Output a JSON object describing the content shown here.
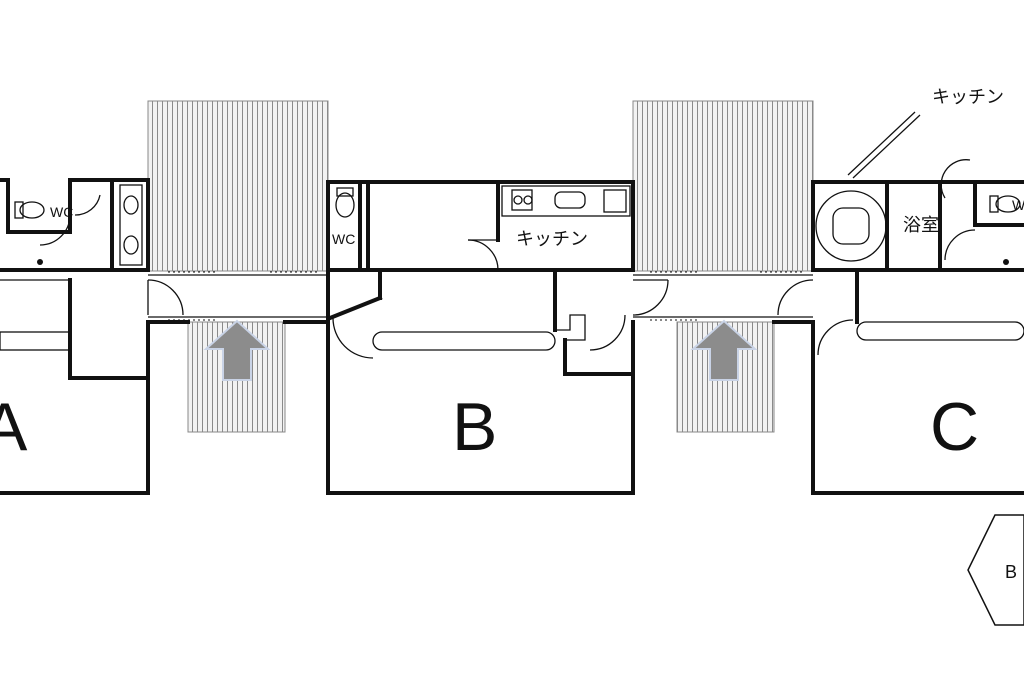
{
  "plan": {
    "units": [
      {
        "key": "a",
        "label": "A"
      },
      {
        "key": "b",
        "label": "B"
      },
      {
        "key": "c",
        "label": "C"
      }
    ],
    "rooms": {
      "wc_left": "WC",
      "wc_b": "WC",
      "wc_right": "W",
      "kitchen_b": "キッチン",
      "bath_c": "浴室"
    },
    "callout_kitchen": "キッチン",
    "marker": "B",
    "colors": {
      "wall": "#111111",
      "arrow_fill": "#8c8c8c",
      "arrow_edge": "#c9d3e6",
      "hatch": "#8a8a8a",
      "deck": "#f2f2f2"
    }
  }
}
